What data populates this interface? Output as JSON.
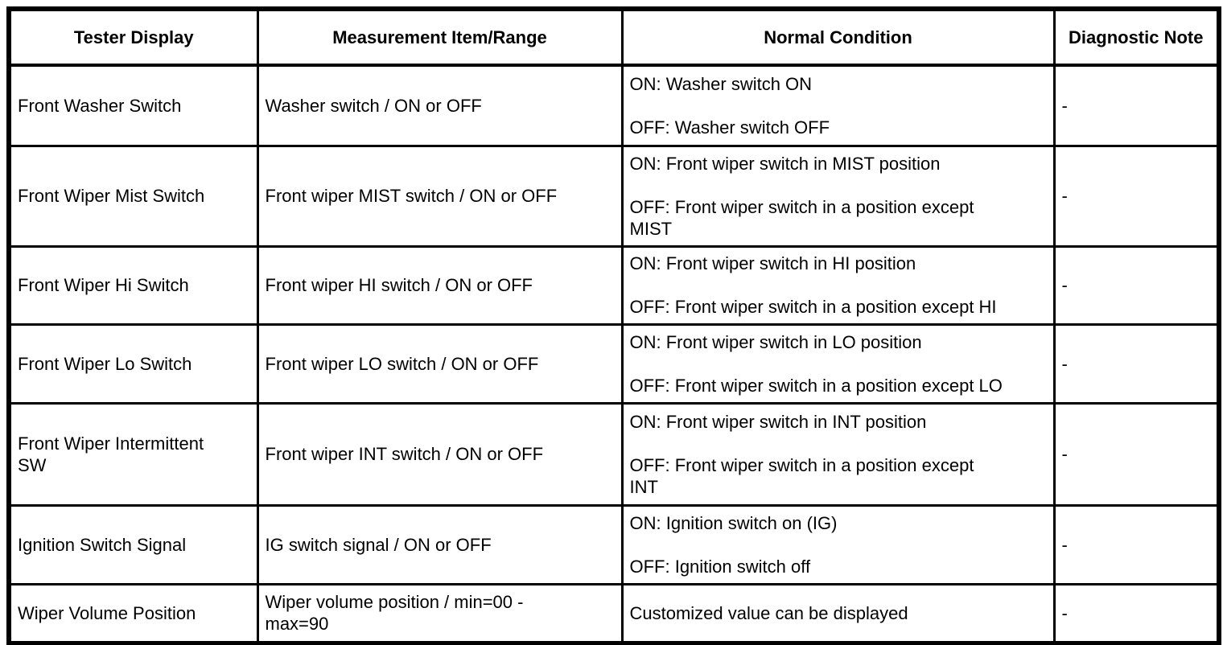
{
  "colors": {
    "border": "#000000",
    "background": "#ffffff",
    "text": "#000000"
  },
  "table": {
    "headers": [
      "Tester Display",
      "Measurement Item/Range",
      "Normal Condition",
      "Diagnostic Note"
    ],
    "rows": [
      {
        "tester_display": "Front Washer Switch",
        "measurement": "Washer switch / ON or OFF",
        "normal_condition": [
          "ON: Washer switch ON",
          "OFF: Washer switch OFF"
        ],
        "diagnostic_note": "-"
      },
      {
        "tester_display": "Front Wiper Mist Switch",
        "measurement": "Front wiper MIST switch / ON or OFF",
        "normal_condition": [
          "ON: Front wiper switch in MIST position",
          "OFF: Front wiper switch in a position except MIST"
        ],
        "diagnostic_note": "-"
      },
      {
        "tester_display": "Front Wiper Hi Switch",
        "measurement": "Front wiper HI switch / ON or OFF",
        "normal_condition": [
          "ON: Front wiper switch in HI position",
          "OFF: Front wiper switch in a position except HI"
        ],
        "diagnostic_note": "-"
      },
      {
        "tester_display": "Front Wiper Lo Switch",
        "measurement": "Front wiper LO switch / ON or OFF",
        "normal_condition": [
          "ON: Front wiper switch in LO position",
          "OFF: Front wiper switch in a position except LO"
        ],
        "diagnostic_note": "-"
      },
      {
        "tester_display": "Front Wiper Intermittent SW",
        "measurement": "Front wiper INT switch / ON or OFF",
        "normal_condition": [
          "ON: Front wiper switch in INT position",
          "OFF: Front wiper switch in a position except INT"
        ],
        "diagnostic_note": "-"
      },
      {
        "tester_display": "Ignition Switch Signal",
        "measurement": "IG switch signal / ON or OFF",
        "normal_condition": [
          "ON: Ignition switch on (IG)",
          "OFF: Ignition switch off"
        ],
        "diagnostic_note": "-"
      },
      {
        "tester_display": "Wiper Volume Position",
        "measurement": "Wiper volume position / min=00 - max=90",
        "normal_condition": [
          "Customized value can be displayed"
        ],
        "diagnostic_note": "-"
      }
    ]
  }
}
